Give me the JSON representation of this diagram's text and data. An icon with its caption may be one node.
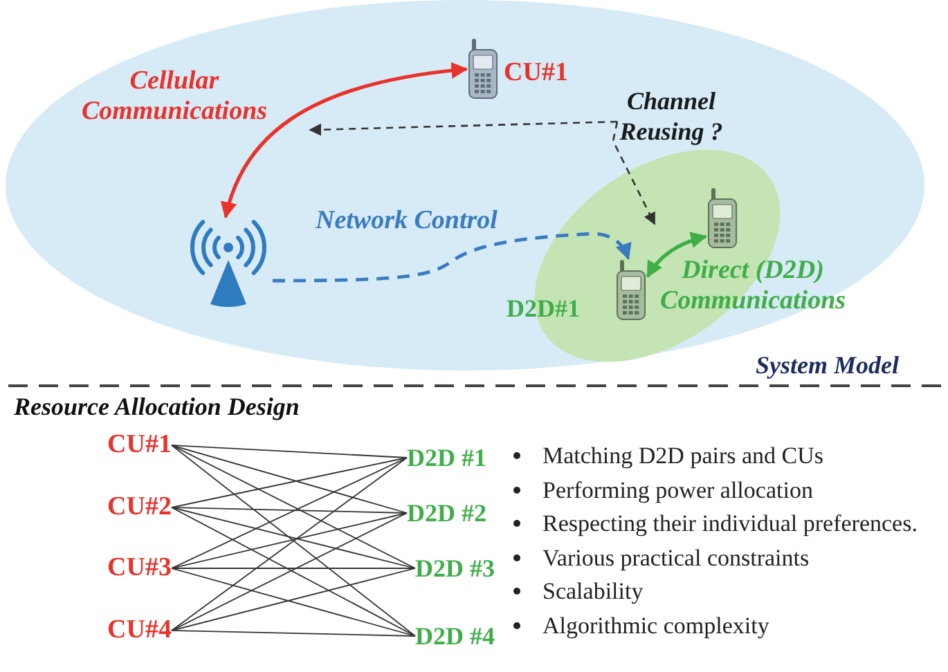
{
  "diagram": {
    "nodes": [
      {
        "text": [],
        "shape": "ellipse"
      },
      {
        "text": [],
        "shape": "picture",
        "in": 0
      },
      {
        "text": [],
        "shape": "picture",
        "in": 0,
        "beside": [
          "CU#1"
        ]
      },
      {
        "text": [],
        "shape": "ellipse",
        "in": 0
      },
      {
        "text": [],
        "shape": "picture",
        "in": 3,
        "beside": [
          "D2D#1"
        ]
      },
      {
        "text": [],
        "shape": "picture",
        "in": 3
      },
      {
        "text": [
          "Channel Reusing ?"
        ],
        "in": 0
      },
      {
        "text": [
          "CU#1"
        ]
      },
      {
        "text": [
          "CU#2"
        ]
      },
      {
        "text": [
          "CU#3"
        ]
      },
      {
        "text": [
          "CU#4"
        ]
      },
      {
        "text": [
          "D2D #1"
        ]
      },
      {
        "text": [
          "D2D #2"
        ]
      },
      {
        "text": [
          "D2D #3"
        ]
      },
      {
        "text": [
          "D2D #4"
        ]
      }
    ],
    "edges": [
      {
        "from": 1,
        "to": 2,
        "arrow": "both",
        "label": "Cellular Communications",
        "style": "thick",
        "color": "#e8322b"
      },
      {
        "from": 1,
        "to": 4,
        "arrow": "to",
        "label": "Network Control",
        "style": "dashed",
        "color": "#3a7bbf"
      },
      {
        "from": 4,
        "to": 5,
        "arrow": "both",
        "label": "Direct (D2D) Communications",
        "style": "thick",
        "color": "#3fae49"
      },
      {
        "from": 6,
        "to": null,
        "arrow": "to",
        "style": "dashed"
      },
      {
        "from": 6,
        "to": null,
        "arrow": "to",
        "style": "dashed"
      },
      {
        "from": 7,
        "to": 11,
        "arrow": "none"
      },
      {
        "from": 7,
        "to": 12,
        "arrow": "none"
      },
      {
        "from": 7,
        "to": 13,
        "arrow": "none"
      },
      {
        "from": 7,
        "to": 14,
        "arrow": "none"
      },
      {
        "from": 8,
        "to": 11,
        "arrow": "none"
      },
      {
        "from": 8,
        "to": 12,
        "arrow": "none"
      },
      {
        "from": 8,
        "to": 13,
        "arrow": "none"
      },
      {
        "from": 8,
        "to": 14,
        "arrow": "none"
      },
      {
        "from": 9,
        "to": 11,
        "arrow": "none"
      },
      {
        "from": 9,
        "to": 12,
        "arrow": "none"
      },
      {
        "from": 9,
        "to": 13,
        "arrow": "none"
      },
      {
        "from": 9,
        "to": 14,
        "arrow": "none"
      },
      {
        "from": 10,
        "to": 11,
        "arrow": "none"
      },
      {
        "from": 10,
        "to": 12,
        "arrow": "none"
      },
      {
        "from": 10,
        "to": 13,
        "arrow": "none"
      },
      {
        "from": 10,
        "to": 14,
        "arrow": "none"
      }
    ],
    "labels": [
      "System Model",
      "Resource Allocation Design",
      "Matching D2D pairs and CUs",
      "Performing power allocation",
      "Respecting their individual preferences.",
      "Various practical constraints",
      "Scalability",
      "Algorithmic complexity"
    ]
  }
}
